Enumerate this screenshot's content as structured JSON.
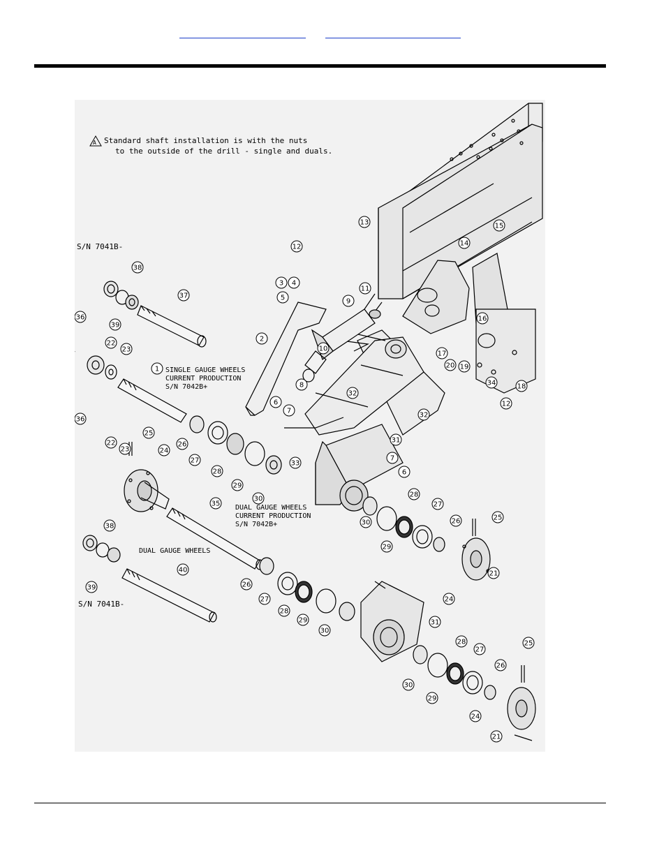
{
  "header": {
    "link_1": "",
    "link_2": ""
  },
  "diagram": {
    "note_letter": "A",
    "note_line_1": "Standard shaft installation is with the nuts",
    "note_line_2": "to the outside of the drill - single and duals.",
    "sn_top": "S/N 7041B-",
    "sn_bottom": "S/N 7041B-",
    "single_label_1": "SINGLE GAUGE WHEELS",
    "single_label_2": "CURRENT PRODUCTION",
    "single_label_3": "S/N 7042B+",
    "dual_label_1": "DUAL GAUGE WHEELS",
    "dual_label_2": "CURRENT PRODUCTION",
    "dual_label_3": "S/N 7042B+",
    "dual_label_old": "DUAL GAUGE WHEELS",
    "callouts": [
      "1",
      "2",
      "3",
      "4",
      "5",
      "6",
      "7",
      "8",
      "9",
      "10",
      "11",
      "12",
      "13",
      "14",
      "15",
      "16",
      "17",
      "18",
      "19",
      "20",
      "21",
      "22",
      "23",
      "24",
      "25",
      "26",
      "27",
      "28",
      "29",
      "30",
      "31",
      "32",
      "33",
      "34",
      "35",
      "36",
      "37",
      "38",
      "39",
      "40"
    ]
  }
}
